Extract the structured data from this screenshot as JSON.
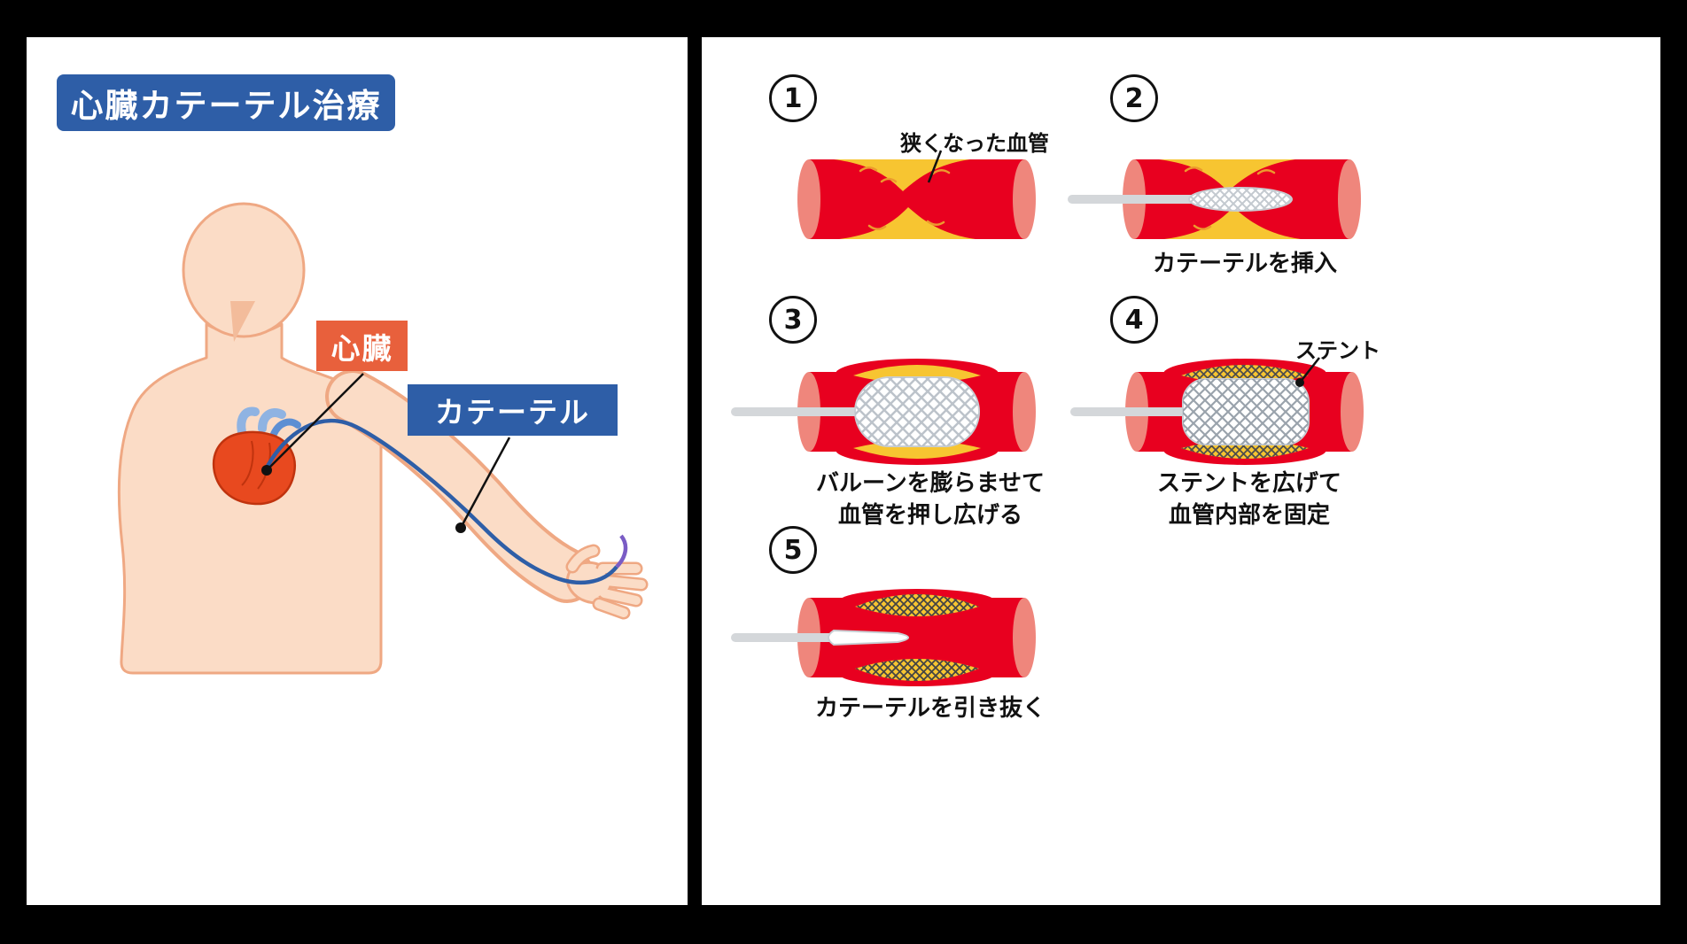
{
  "title": "心臓カテーテル治療",
  "left": {
    "heart_label": "心臓",
    "catheter_label": "カテーテル"
  },
  "steps": [
    {
      "num": "1",
      "annotation": "狭くなった血管"
    },
    {
      "num": "2",
      "caption": "カテーテルを挿入"
    },
    {
      "num": "3",
      "caption_line1": "バルーンを膨らませて",
      "caption_line2": "血管を押し広げる"
    },
    {
      "num": "4",
      "annotation": "ステント",
      "caption_line1": "ステントを広げて",
      "caption_line2": "血管内部を固定"
    },
    {
      "num": "5",
      "caption": "カテーテルを引き抜く"
    }
  ],
  "colors": {
    "title_blue": "#2e5ea7",
    "heart_label_orange": "#e8603c",
    "vessel_red": "#e8001f",
    "vessel_end_pink": "#ef867c",
    "plaque_yellow": "#f7c531",
    "catheter_gray": "#d4d7da",
    "catheter_line_blue": "#2e5ea7",
    "catheter_tail_purple": "#7a5cc5",
    "skin": "#fbdcc6",
    "skin_outline": "#efa883"
  }
}
